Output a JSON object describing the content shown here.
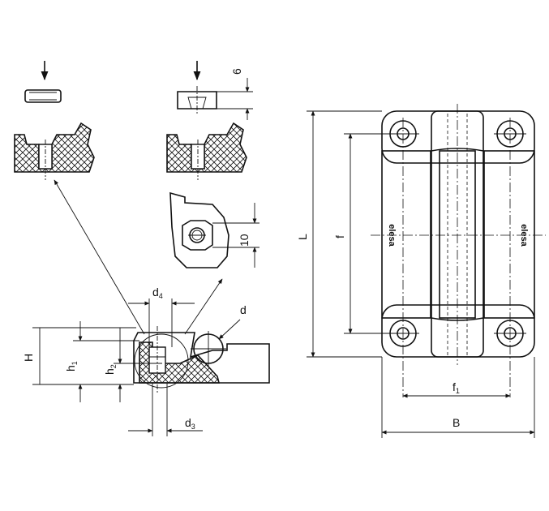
{
  "labels": {
    "dim_6": "6",
    "dim_10": "10",
    "dim_d4_base": "d",
    "dim_d4_sub": "4",
    "dim_d": "d",
    "dim_H": "H",
    "dim_h1_base": "h",
    "dim_h1_sub": "1",
    "dim_h2_base": "h",
    "dim_h2_sub": "2",
    "dim_d3_base": "d",
    "dim_d3_sub": "3",
    "dim_L": "L",
    "dim_f": "f",
    "dim_f1_base": "f",
    "dim_f1_sub": "1",
    "dim_B": "B",
    "logo_left": "elesa",
    "logo_right": "elesa"
  },
  "colors": {
    "line": "#111111",
    "background": "#ffffff"
  }
}
